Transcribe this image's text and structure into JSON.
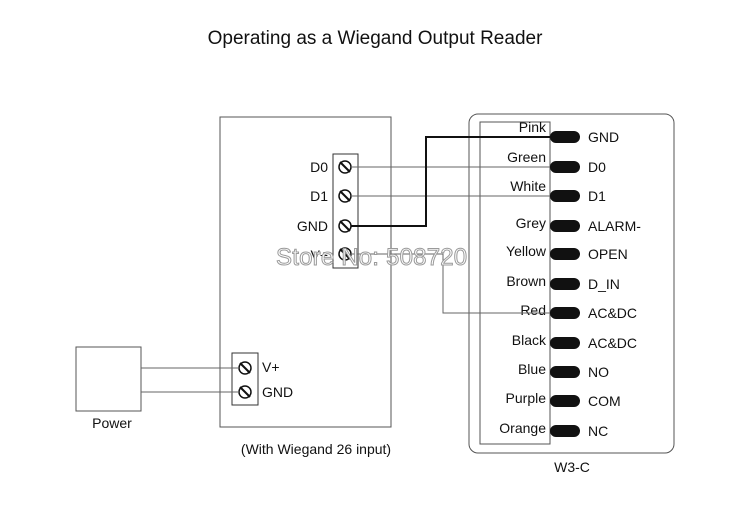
{
  "title": "Operating as a Wiegand Output Reader",
  "controller": {
    "terminals": [
      "D0",
      "D1",
      "GND",
      "V+"
    ],
    "power_terminals": [
      "V+",
      "GND"
    ],
    "caption": "(With Wiegand 26 input)"
  },
  "power": {
    "label": "Power"
  },
  "reader": {
    "name": "W3-C",
    "wires": [
      {
        "color": "Pink",
        "signal": "GND"
      },
      {
        "color": "Green",
        "signal": "D0"
      },
      {
        "color": "White",
        "signal": "D1"
      },
      {
        "color": "Grey",
        "signal": "ALARM-"
      },
      {
        "color": "Yellow",
        "signal": "OPEN"
      },
      {
        "color": "Brown",
        "signal": "D_IN"
      },
      {
        "color": "Red",
        "signal": "AC&DC"
      },
      {
        "color": "Black",
        "signal": "AC&DC"
      },
      {
        "color": "Blue",
        "signal": "NO"
      },
      {
        "color": "Purple",
        "signal": "COM"
      },
      {
        "color": "Orange",
        "signal": "NC"
      }
    ]
  },
  "watermark": "Store No: 508720"
}
